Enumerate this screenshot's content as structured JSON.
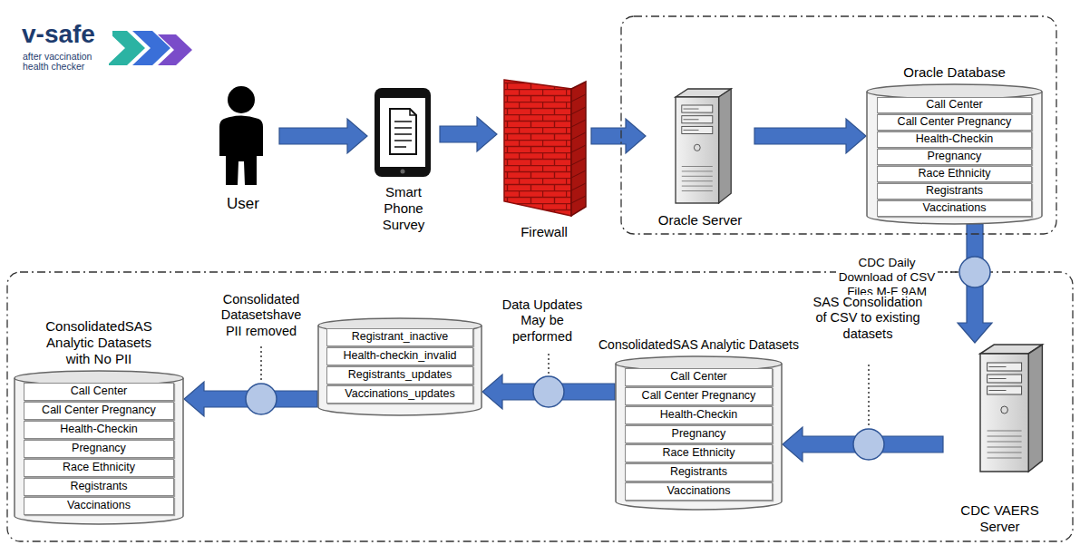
{
  "diagram": {
    "nodes": [
      {
        "text": [
          "User"
        ]
      },
      {
        "text": [
          "Smart Phone Survey"
        ]
      },
      {
        "text": [
          "Firewall"
        ]
      },
      {
        "text": [
          "Oracle Server"
        ]
      },
      {
        "text": [
          "Oracle Database"
        ]
      },
      {
        "text": [
          "Call Center"
        ],
        "in": 4
      },
      {
        "text": [
          "Call Center Pregnancy"
        ],
        "in": 4
      },
      {
        "text": [
          "Health-Checkin"
        ],
        "in": 4
      },
      {
        "text": [
          "Pregnancy"
        ],
        "in": 4
      },
      {
        "text": [
          "Race Ethnicity"
        ],
        "in": 4
      },
      {
        "text": [
          "Registrants"
        ],
        "in": 4
      },
      {
        "text": [
          "Vaccinations"
        ],
        "in": 4
      },
      {
        "text": [
          "CDC VAERS Server"
        ]
      },
      {
        "text": [
          "ConsolidatedSAS Analytic Datasets"
        ]
      },
      {
        "text": [
          "Call Center"
        ],
        "in": 13
      },
      {
        "text": [
          "Call Center Pregnancy"
        ],
        "in": 13
      },
      {
        "text": [
          "Health-Checkin"
        ],
        "in": 13
      },
      {
        "text": [
          "Pregnancy"
        ],
        "in": 13
      },
      {
        "text": [
          "Race Ethnicity"
        ],
        "in": 13
      },
      {
        "text": [
          "Registrants"
        ],
        "in": 13
      },
      {
        "text": [
          "Vaccinations"
        ],
        "in": 13
      },
      {
        "text": []
      },
      {
        "text": [
          "Registrant_inactive"
        ],
        "in": 21
      },
      {
        "text": [
          "Health-checkin_invalid"
        ],
        "in": 21
      },
      {
        "text": [
          "Registrants_updates"
        ],
        "in": 21
      },
      {
        "text": [
          "Vaccinations_updates"
        ],
        "in": 21
      },
      {
        "text": [
          "ConsolidatedSAS Analytic Datasets with No PII"
        ]
      },
      {
        "text": [
          "Call Center"
        ],
        "in": 26
      },
      {
        "text": [
          "Call Center Pregnancy"
        ],
        "in": 26
      },
      {
        "text": [
          "Health-Checkin"
        ],
        "in": 26
      },
      {
        "text": [
          "Pregnancy"
        ],
        "in": 26
      },
      {
        "text": [
          "Race Ethnicity"
        ],
        "in": 26
      },
      {
        "text": [
          "Registrants"
        ],
        "in": 26
      },
      {
        "text": [
          "Vaccinations"
        ],
        "in": 26
      }
    ],
    "edges": [
      {
        "from": 0,
        "to": 1,
        "arrow": "to"
      },
      {
        "from": 1,
        "to": 2,
        "arrow": "to"
      },
      {
        "from": 2,
        "to": 3,
        "arrow": "to"
      },
      {
        "from": 3,
        "to": 4,
        "arrow": "to"
      },
      {
        "from": 4,
        "to": 12,
        "arrow": "to"
      },
      {
        "from": 12,
        "to": 13,
        "arrow": "to"
      },
      {
        "from": 13,
        "to": 21,
        "arrow": "to"
      },
      {
        "from": 21,
        "to": 26,
        "arrow": "to"
      }
    ],
    "labels": [
      "v-safe",
      "after vaccination health checker",
      "CDC Daily Download of CSV Files M-F 9AM",
      "SAS Consolidation of CSV to existing datasets",
      "Data Updates May be performed",
      "Consolidated Datasetshave PII removed"
    ]
  }
}
